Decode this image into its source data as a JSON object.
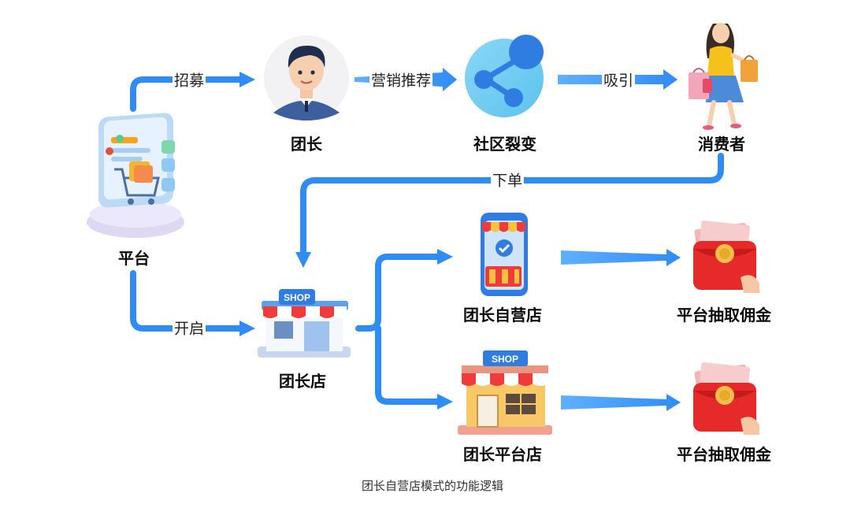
{
  "colors": {
    "flow_blue": "#2f8cf5",
    "arrow_light": "#5fb0ff",
    "red_envelope": "#e62a2a",
    "awning_red": "#ef3b3b",
    "shop_sign_blue": "#2f7de0"
  },
  "nodes": {
    "platform": {
      "label": "平台",
      "icon": "platform-phone-cart-icon"
    },
    "leader": {
      "label": "团长",
      "icon": "leader-avatar-icon"
    },
    "social": {
      "label": "社区裂变",
      "icon": "share-network-icon"
    },
    "consumer": {
      "label": "消费者",
      "icon": "shopping-woman-icon"
    },
    "leader_store": {
      "label": "团长店",
      "icon": "shop-building-icon",
      "sign": "SHOP"
    },
    "self_store": {
      "label": "团长自营店",
      "icon": "mobile-store-icon"
    },
    "platform_store": {
      "label": "团长平台店",
      "icon": "storefront-icon",
      "sign": "SHOP"
    },
    "commission_1": {
      "label": "平台抽取佣金",
      "icon": "red-envelope-icon"
    },
    "commission_2": {
      "label": "平台抽取佣金",
      "icon": "red-envelope-icon"
    }
  },
  "edges": {
    "recruit": "招募",
    "promote": "营销推荐",
    "attract": "吸引",
    "order": "下单",
    "open": "开启"
  },
  "caption": "团长自营店模式的功能逻辑"
}
